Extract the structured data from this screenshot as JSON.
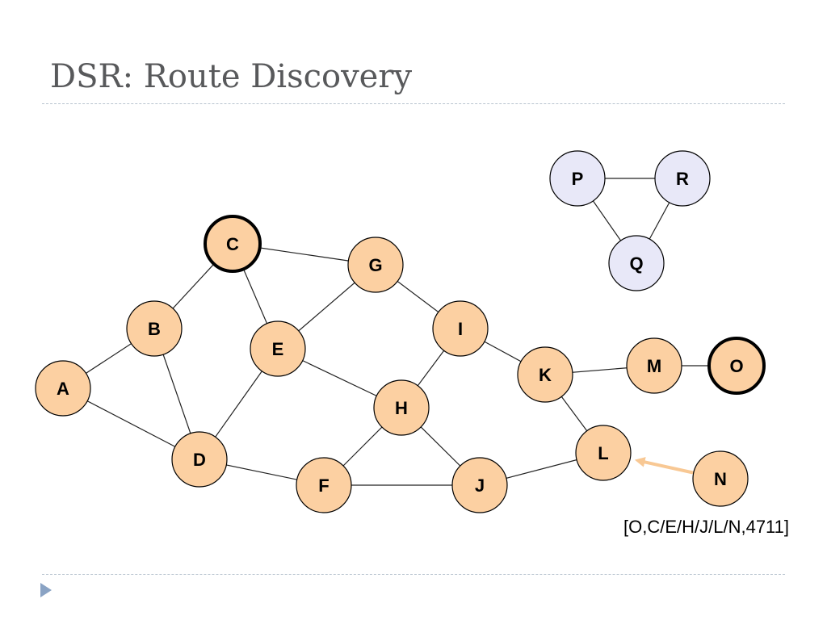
{
  "slide": {
    "title": "DSR: Route Discovery",
    "route_record": "[O,C/E/H/J/L/N,4711]"
  },
  "colors": {
    "node_fill": "#fcd0a2",
    "partition_fill": "#e8e8f8",
    "edge": "#222222",
    "arrow": "#f8c894",
    "title_text": "#58595b",
    "rule": "#b8c4cf",
    "bullet": "#8aa3c4"
  },
  "graph": {
    "nodes": [
      {
        "id": "A",
        "label": "A",
        "role": "normal"
      },
      {
        "id": "B",
        "label": "B",
        "role": "normal"
      },
      {
        "id": "C",
        "label": "C",
        "role": "endpoint"
      },
      {
        "id": "D",
        "label": "D",
        "role": "normal"
      },
      {
        "id": "E",
        "label": "E",
        "role": "normal"
      },
      {
        "id": "F",
        "label": "F",
        "role": "normal"
      },
      {
        "id": "G",
        "label": "G",
        "role": "normal"
      },
      {
        "id": "H",
        "label": "H",
        "role": "normal"
      },
      {
        "id": "I",
        "label": "I",
        "role": "normal"
      },
      {
        "id": "J",
        "label": "J",
        "role": "normal"
      },
      {
        "id": "K",
        "label": "K",
        "role": "normal"
      },
      {
        "id": "L",
        "label": "L",
        "role": "normal"
      },
      {
        "id": "M",
        "label": "M",
        "role": "normal"
      },
      {
        "id": "N",
        "label": "N",
        "role": "normal"
      },
      {
        "id": "O",
        "label": "O",
        "role": "endpoint"
      },
      {
        "id": "P",
        "label": "P",
        "role": "partition"
      },
      {
        "id": "Q",
        "label": "Q",
        "role": "partition"
      },
      {
        "id": "R",
        "label": "R",
        "role": "partition"
      }
    ],
    "edges": [
      [
        "A",
        "B"
      ],
      [
        "A",
        "D"
      ],
      [
        "B",
        "C"
      ],
      [
        "B",
        "D"
      ],
      [
        "C",
        "E"
      ],
      [
        "C",
        "G"
      ],
      [
        "D",
        "E"
      ],
      [
        "D",
        "F"
      ],
      [
        "E",
        "G"
      ],
      [
        "E",
        "H"
      ],
      [
        "G",
        "I"
      ],
      [
        "F",
        "H"
      ],
      [
        "F",
        "J"
      ],
      [
        "H",
        "I"
      ],
      [
        "H",
        "J"
      ],
      [
        "I",
        "K"
      ],
      [
        "K",
        "M"
      ],
      [
        "K",
        "L"
      ],
      [
        "M",
        "O"
      ],
      [
        "J",
        "L"
      ],
      [
        "P",
        "R"
      ],
      [
        "P",
        "Q"
      ],
      [
        "R",
        "Q"
      ]
    ],
    "arrow": {
      "from": "N",
      "to": "L"
    }
  }
}
